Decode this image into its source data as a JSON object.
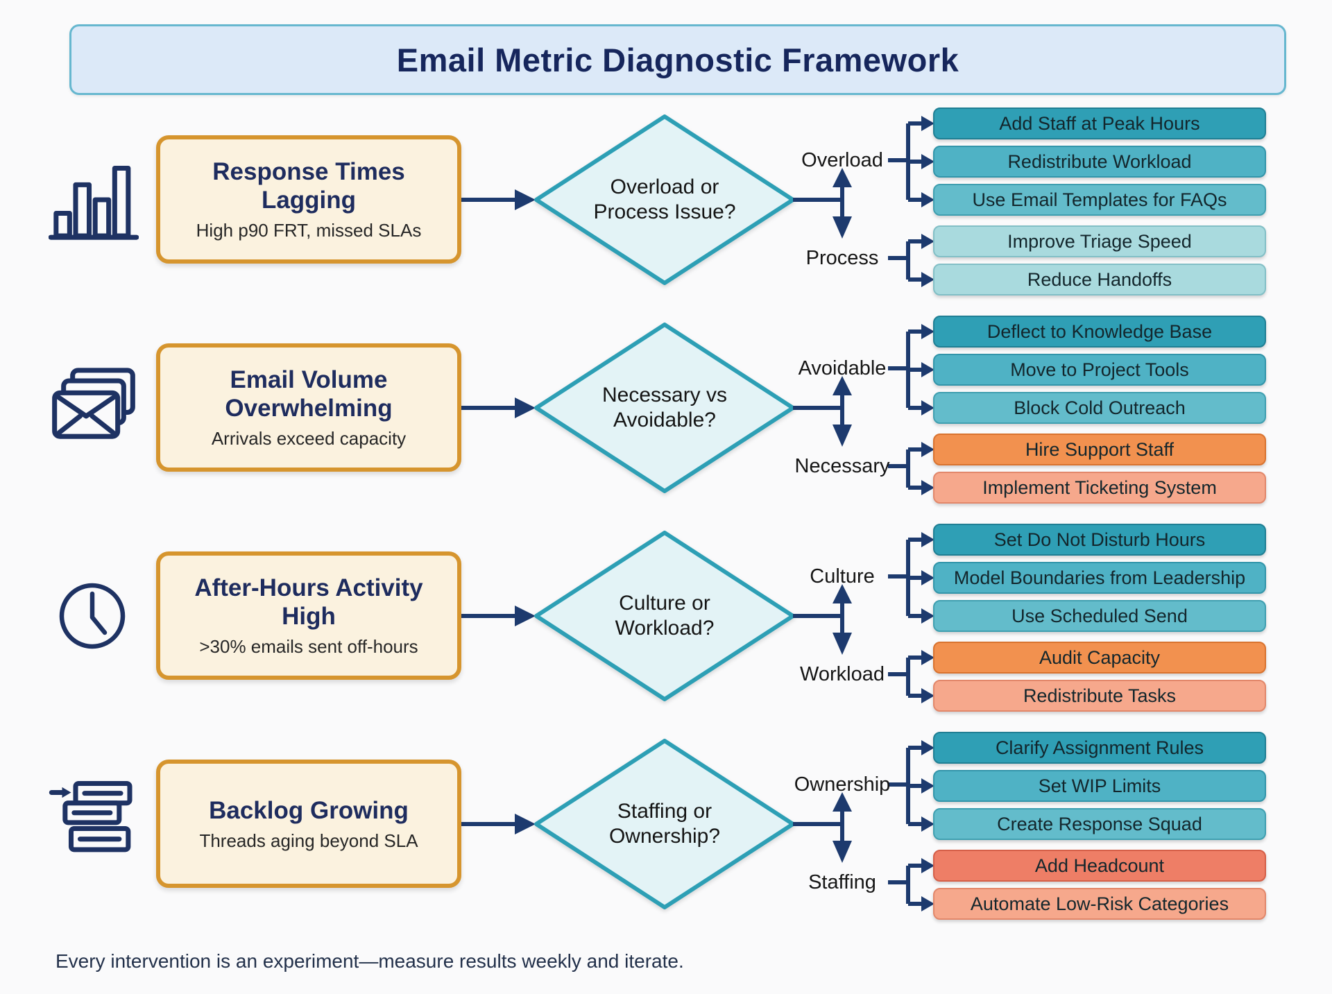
{
  "title": "Email Metric Diagnostic Framework",
  "footer": "Every intervention is an experiment—measure results weekly and iterate.",
  "colors": {
    "page_bg": "#fafafb",
    "banner_bg": "#dce9f8",
    "banner_border": "#66b7cf",
    "banner_text": "#16265c",
    "problem_bg": "#fbf2df",
    "problem_border": "#d6952e",
    "diamond_bg": "#e3f3f6",
    "diamond_border": "#2d9fb5",
    "connector_navy": "#1d3a6e",
    "teal_dark": "#2f9fb5",
    "teal_mid": "#4fb2c5",
    "teal_soft": "#63bccb",
    "teal_pale": "#a9dade",
    "orange": "#f2914f",
    "salmon": "#f6a88c",
    "coral": "#ee7e66"
  },
  "rows": [
    {
      "icon": "bar-chart-icon",
      "problem": {
        "title": "Response Times Lagging",
        "subtitle": "High p90 FRT, missed SLAs"
      },
      "decision": {
        "line1": "Overload or",
        "line2": "Process Issue?"
      },
      "branches": [
        {
          "label": "Overload",
          "actions": [
            {
              "label": "Add Staff at Peak Hours",
              "tone": "teal-dark"
            },
            {
              "label": "Redistribute Workload",
              "tone": "teal-mid"
            },
            {
              "label": "Use Email Templates for FAQs",
              "tone": "teal-soft"
            }
          ]
        },
        {
          "label": "Process",
          "actions": [
            {
              "label": "Improve Triage Speed",
              "tone": "teal-pale"
            },
            {
              "label": "Reduce Handoffs",
              "tone": "teal-pale"
            }
          ]
        }
      ]
    },
    {
      "icon": "envelopes-icon",
      "problem": {
        "title": "Email Volume Overwhelming",
        "subtitle": "Arrivals exceed capacity"
      },
      "decision": {
        "line1": "Necessary vs",
        "line2": "Avoidable?"
      },
      "branches": [
        {
          "label": "Avoidable",
          "actions": [
            {
              "label": "Deflect to Knowledge Base",
              "tone": "teal-dark"
            },
            {
              "label": "Move to Project Tools",
              "tone": "teal-mid"
            },
            {
              "label": "Block Cold Outreach",
              "tone": "teal-soft"
            }
          ]
        },
        {
          "label": "Necessary",
          "actions": [
            {
              "label": "Hire Support Staff",
              "tone": "orange"
            },
            {
              "label": "Implement Ticketing System",
              "tone": "salmon"
            }
          ]
        }
      ]
    },
    {
      "icon": "clock-icon",
      "problem": {
        "title": "After-Hours Activity High",
        "subtitle": ">30% emails sent off-hours"
      },
      "decision": {
        "line1": "Culture or",
        "line2": "Workload?"
      },
      "branches": [
        {
          "label": "Culture",
          "actions": [
            {
              "label": "Set Do Not Disturb Hours",
              "tone": "teal-dark"
            },
            {
              "label": "Model Boundaries from Leadership",
              "tone": "teal-mid"
            },
            {
              "label": "Use Scheduled Send",
              "tone": "teal-soft"
            }
          ]
        },
        {
          "label": "Workload",
          "actions": [
            {
              "label": "Audit Capacity",
              "tone": "orange"
            },
            {
              "label": "Redistribute Tasks",
              "tone": "salmon"
            }
          ]
        }
      ]
    },
    {
      "icon": "backlog-icon",
      "problem": {
        "title": "Backlog Growing",
        "subtitle": "Threads aging beyond SLA"
      },
      "decision": {
        "line1": "Staffing or",
        "line2": "Ownership?"
      },
      "branches": [
        {
          "label": "Ownership",
          "actions": [
            {
              "label": "Clarify Assignment Rules",
              "tone": "teal-dark"
            },
            {
              "label": "Set WIP Limits",
              "tone": "teal-mid"
            },
            {
              "label": "Create Response Squad",
              "tone": "teal-soft"
            }
          ]
        },
        {
          "label": "Staffing",
          "actions": [
            {
              "label": "Add Headcount",
              "tone": "coral"
            },
            {
              "label": "Automate Low-Risk Categories",
              "tone": "salmon"
            }
          ]
        }
      ]
    }
  ]
}
